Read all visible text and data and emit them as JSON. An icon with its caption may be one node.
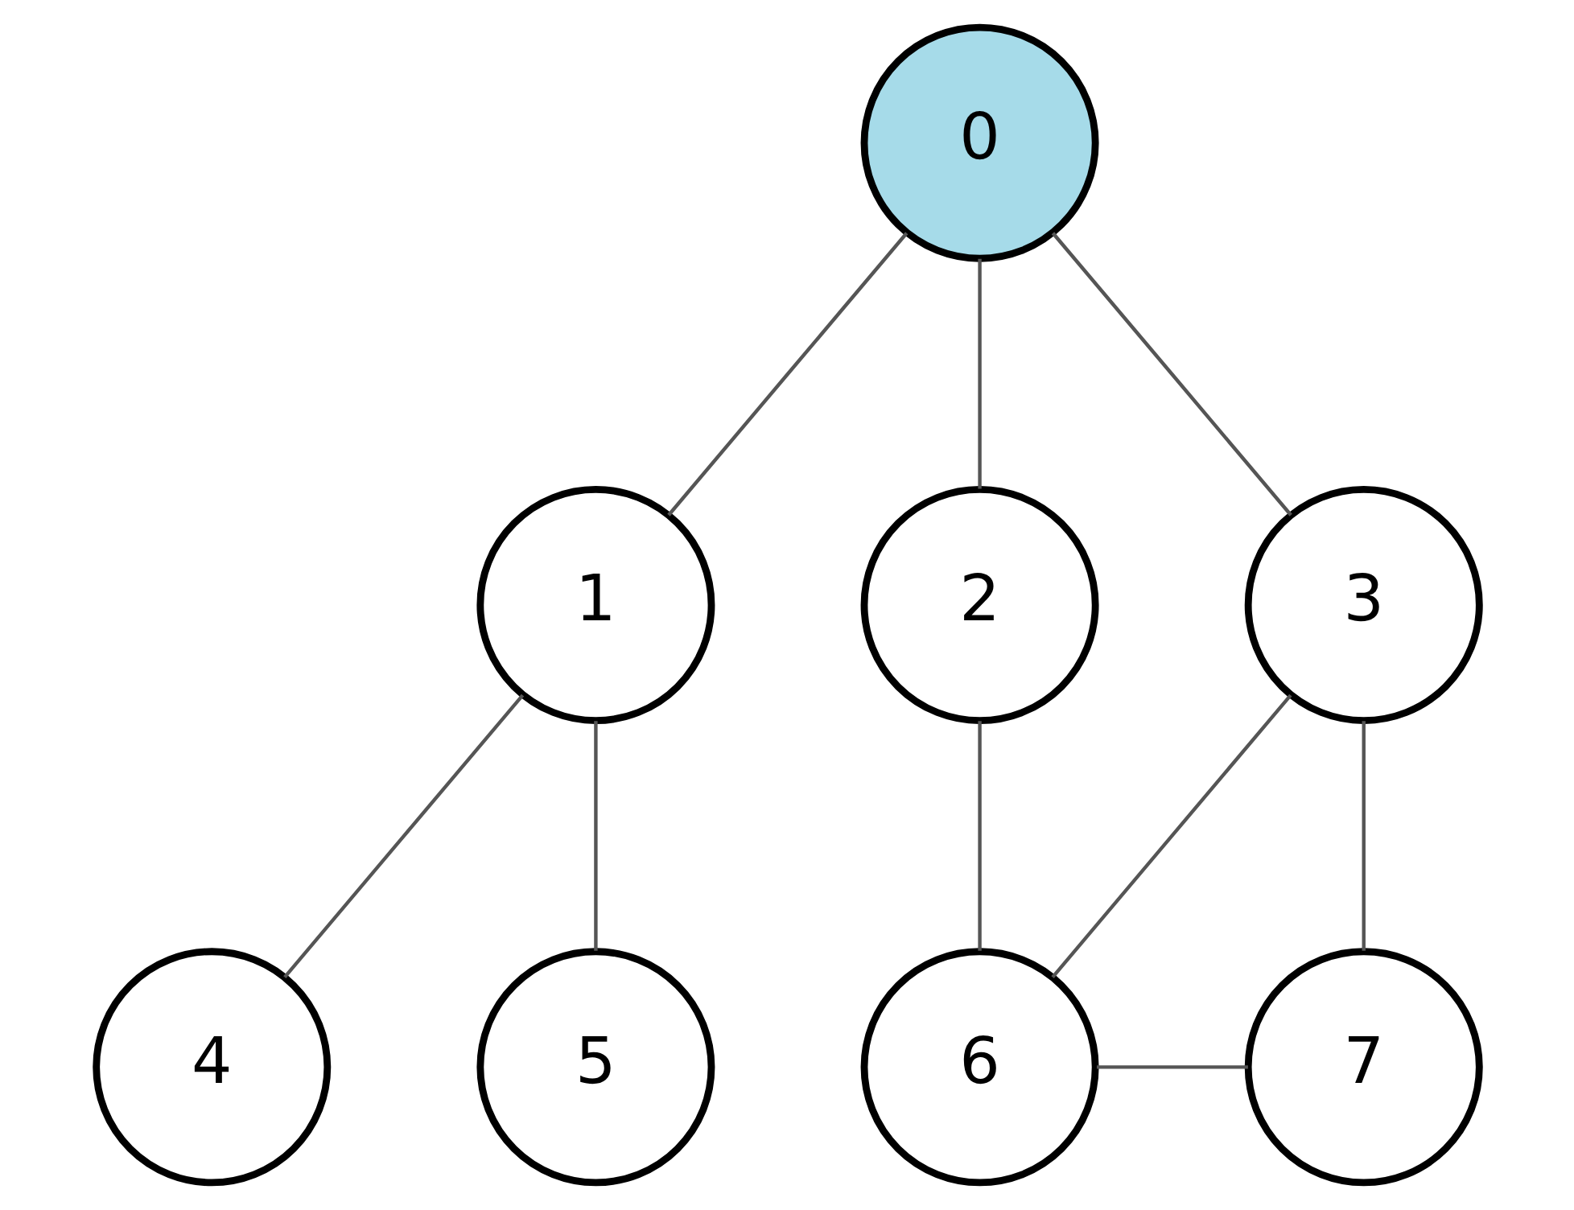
{
  "diagram": {
    "nodes": [
      {
        "text": [
          "0"
        ]
      },
      {
        "text": [
          "1"
        ]
      },
      {
        "text": [
          "2"
        ]
      },
      {
        "text": [
          "3"
        ]
      },
      {
        "text": [
          "4"
        ]
      },
      {
        "text": [
          "5"
        ]
      },
      {
        "text": [
          "6"
        ]
      },
      {
        "text": [
          "7"
        ]
      }
    ],
    "edges": [
      {
        "from": 0,
        "to": 1,
        "arrow": "none"
      },
      {
        "from": 0,
        "to": 2,
        "arrow": "none"
      },
      {
        "from": 0,
        "to": 3,
        "arrow": "none"
      },
      {
        "from": 1,
        "to": 4,
        "arrow": "none"
      },
      {
        "from": 1,
        "to": 5,
        "arrow": "none"
      },
      {
        "from": 2,
        "to": 6,
        "arrow": "none"
      },
      {
        "from": 3,
        "to": 6,
        "arrow": "none"
      },
      {
        "from": 3,
        "to": 7,
        "arrow": "none"
      },
      {
        "from": 6,
        "to": 7,
        "arrow": "none"
      }
    ]
  }
}
